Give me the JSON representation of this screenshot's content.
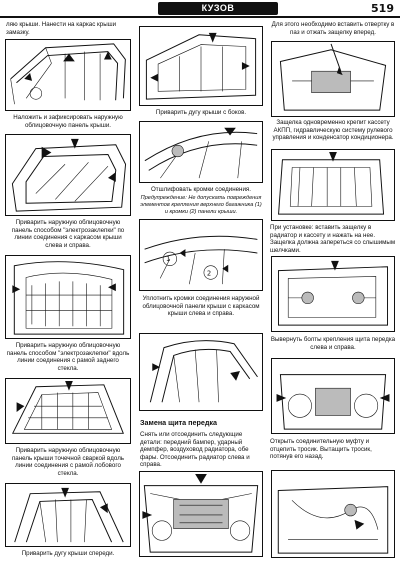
{
  "header": {
    "section": "КУЗОВ",
    "page": "519"
  },
  "col1": {
    "cap0": "ляю крыши. Нанести на каркас крыши замазку.",
    "cap1": "Наложить и зафиксировать наружную облицовочную панель крыши.",
    "cap2": "Приварить наружную облицовочную панель способом \"электрозаклепки\" по линии соединения с каркасом крыши слева и справа.",
    "cap3": "Приварить наружную облицовочную панель способом \"электрозаклепки\" вдоль линии соединения с рамой заднего стекла.",
    "cap4": "Приварить наружную облицовочную панель крыши точечной сваркой вдоль линии соединения с рамой лобового стекла.",
    "cap5": "Приварить дугу крыши спереди."
  },
  "col2": {
    "cap1": "Приварить дугу крыши с боков.",
    "cap2": "Отшлифовать кромки соединения.",
    "note": "Предупреждение: Не допускать повреждения элементов крепления верхнего багажника (1) и кромки (2) панели крыши.",
    "callout1": "1",
    "callout2": "2",
    "cap3": "Уплотнить кромки соединения наружной облицовочной панели крыши с каркасом крыши слева и справа.",
    "heading": "Замена щита передка",
    "cap4": "Снять или отсоединить следующие детали: передний бампер, ударный демпфер, воздуховод радиатора, обе фары. Отсоединить радиатор слева и справа."
  },
  "col3": {
    "cap0": "Для этого необходимо вставить отвертку в паз и отжать защелку вперед.",
    "cap1": "Защелка одновременно крепит кассету АКПП, гидравлическую систему рулевого управления и конденсатор кондиционера.",
    "cap2": "При установке: вставить защелку в радиатор и кассету и нажать на нее. Защелка должна запереться со слышимым щелчками.",
    "cap3": "Вывернуть болты крепления щита передка слева и справа.",
    "cap4": "Открыть соединительную муфту и отцепить тросик. Вытащить тросик, потянув его назад."
  }
}
